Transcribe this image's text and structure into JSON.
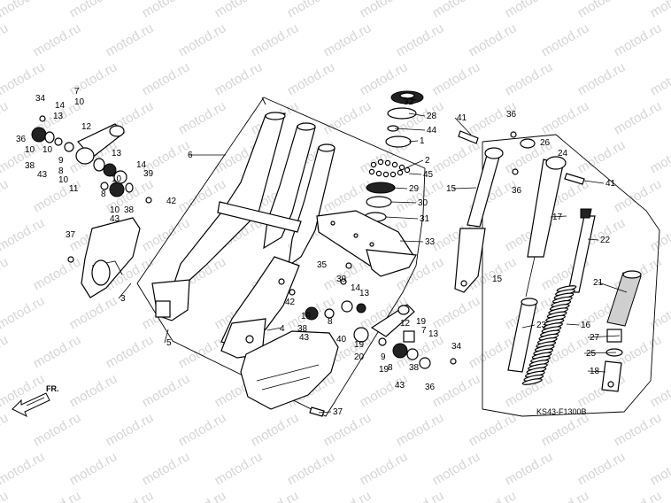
{
  "watermark": "motod.ru",
  "diagram_code": "KS43-F1300B",
  "front_marker": "FR.",
  "part_numbers": [
    "1",
    "2",
    "3",
    "4",
    "5",
    "6",
    "7",
    "8",
    "9",
    "10",
    "11",
    "12",
    "13",
    "14",
    "15",
    "16",
    "17",
    "18",
    "19",
    "20",
    "21",
    "22",
    "23",
    "24",
    "25",
    "26",
    "27",
    "28",
    "29",
    "30",
    "31",
    "32",
    "33",
    "34",
    "35",
    "36",
    "37",
    "38",
    "39",
    "40",
    "41",
    "42",
    "43",
    "44",
    "45"
  ]
}
